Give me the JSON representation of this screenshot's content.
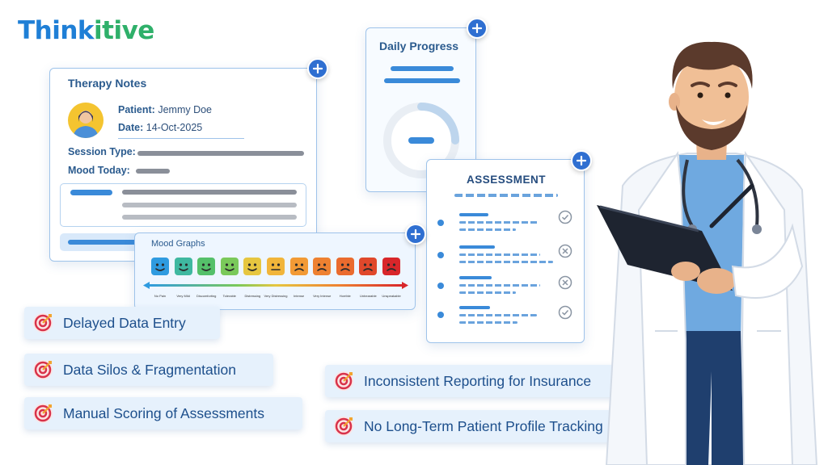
{
  "brand": {
    "part1": "Think",
    "part2": "itive",
    "accent": "#1f7fd6",
    "accent2": "#2fb06a"
  },
  "therapy_notes": {
    "title": "Therapy Notes",
    "patient_label": "Patient:",
    "patient_value": "Jemmy Doe",
    "date_label": "Date:",
    "date_value": "14-Oct-2025",
    "session_type_label": "Session Type:",
    "mood_today_label": "Mood Today:"
  },
  "daily_progress": {
    "title": "Daily Progress"
  },
  "assessment": {
    "title": "ASSESSMENT",
    "rows": [
      {
        "status": "check"
      },
      {
        "status": "cross"
      },
      {
        "status": "cross"
      },
      {
        "status": "check"
      }
    ]
  },
  "mood_graphs": {
    "title": "Mood Graphs",
    "levels": [
      {
        "label": "No Pain",
        "color": "#2f9be0"
      },
      {
        "label": "Very Mild",
        "color": "#3fb8a0"
      },
      {
        "label": "Discomforting",
        "color": "#55c06a"
      },
      {
        "label": "Tolerable",
        "color": "#7ac95a"
      },
      {
        "label": "Distressing",
        "color": "#e6c640"
      },
      {
        "label": "Very Distressing",
        "color": "#f1b53a"
      },
      {
        "label": "Intense",
        "color": "#f29a35"
      },
      {
        "label": "Very Intense",
        "color": "#ee8131"
      },
      {
        "label": "Horrible",
        "color": "#ea6b2e"
      },
      {
        "label": "Unbearable",
        "color": "#e0482b"
      },
      {
        "label": "Unspeakable",
        "color": "#d8262a"
      }
    ]
  },
  "challenges": [
    "Delayed Data Entry",
    "Data Silos & Fragmentation",
    "Manual Scoring of Assessments",
    "Inconsistent Reporting for Insurance",
    "No Long-Term Patient Profile Tracking"
  ],
  "icons": {
    "add": "plus-circle-icon",
    "target": "target-icon",
    "check": "check-circle-icon",
    "cross": "x-circle-icon"
  }
}
